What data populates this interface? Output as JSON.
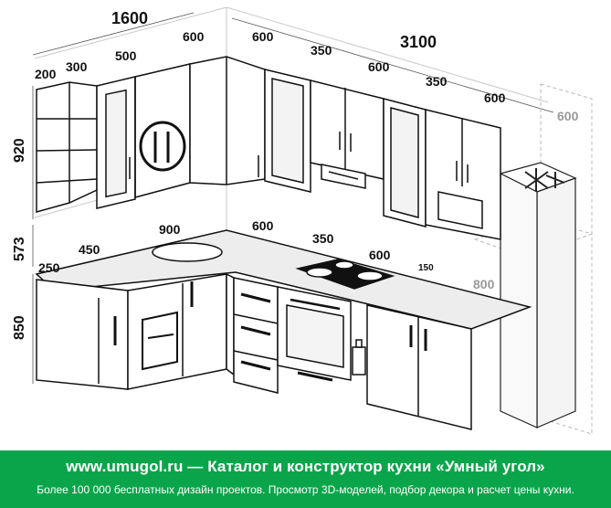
{
  "dimensions": {
    "upper_left_total": "1600",
    "right_total": "3100",
    "shelf_200": "200",
    "shelf_300": "300",
    "upper_500": "500",
    "upper_600_a": "600",
    "upper_600_b": "600",
    "upper_350": "350",
    "upper_600_c": "600",
    "upper_350_b": "350",
    "upper_600_d": "600",
    "fridge_top_600": "600",
    "height_upper": "920",
    "height_gap": "573",
    "height_lower": "850",
    "counter_250": "250",
    "counter_450": "450",
    "counter_900": "900",
    "counter_600": "600",
    "counter_350": "350",
    "counter_600_b": "600",
    "counter_150": "150",
    "fridge_800": "800"
  },
  "footer": {
    "site": "www.umugol.ru",
    "dash": "—",
    "title": "Каталог и конструктор кухни «Умный угол»",
    "subtitle": "Более 100 000 бесплатных дизайн проектов. Просмотр 3D-моделей, подбор декора и расчет цены кухни."
  },
  "colors": {
    "footer_bg": "#0aa54a",
    "line": "#111111",
    "ghost": "#b5b5b5"
  }
}
